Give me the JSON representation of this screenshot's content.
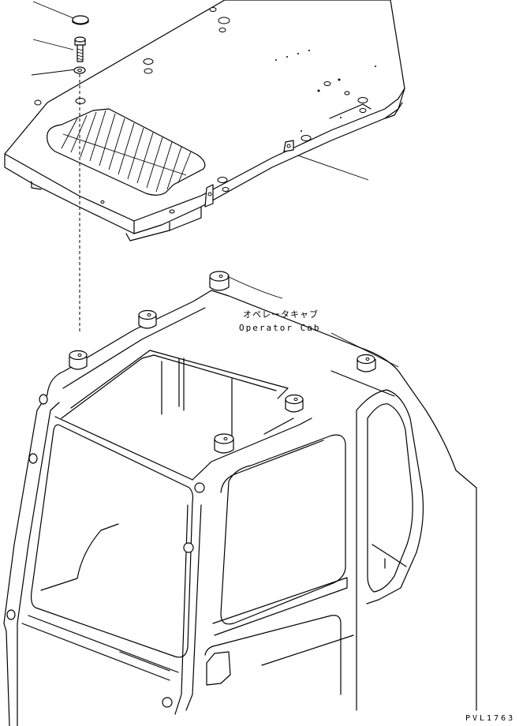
{
  "labels": {
    "cab_japanese": "オペレータキャブ",
    "cab_english": "Operator Cab"
  },
  "figure_id": "PVL1763"
}
